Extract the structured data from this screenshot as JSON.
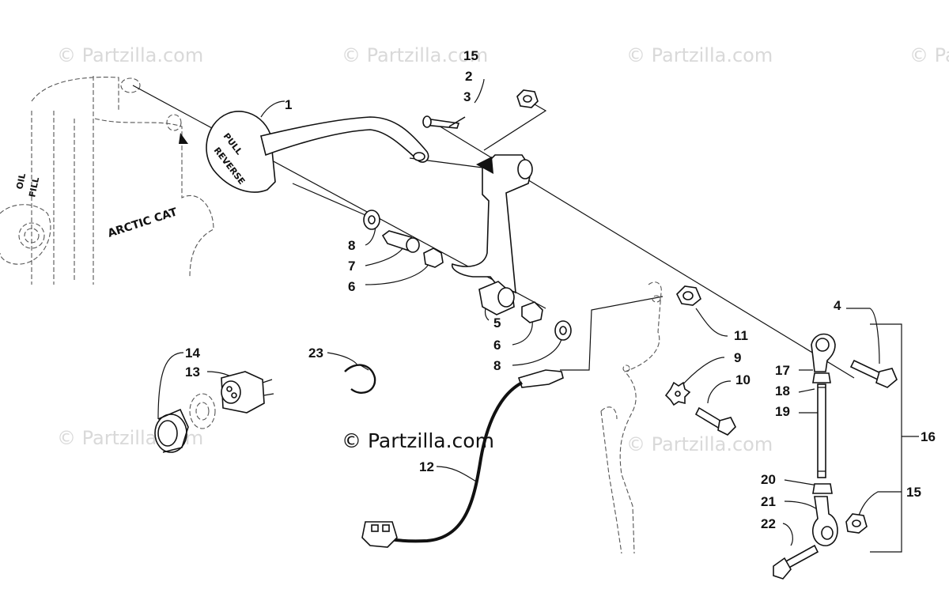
{
  "watermarks": {
    "corner": "© Partzilla.com",
    "main": "© Partzilla.com"
  },
  "decals": {
    "pull": "PULL",
    "reverse": "REVERSE",
    "oil": "OIL",
    "fill": "FILL",
    "brand": "ARCTIC CAT"
  },
  "callouts": [
    {
      "id": "c1",
      "text": "1"
    },
    {
      "id": "c2",
      "text": "2"
    },
    {
      "id": "c3",
      "text": "3"
    },
    {
      "id": "c15a",
      "text": "15"
    },
    {
      "id": "c8a",
      "text": "8"
    },
    {
      "id": "c7",
      "text": "7"
    },
    {
      "id": "c6a",
      "text": "6"
    },
    {
      "id": "c5",
      "text": "5"
    },
    {
      "id": "c6b",
      "text": "6"
    },
    {
      "id": "c8b",
      "text": "8"
    },
    {
      "id": "c11",
      "text": "11"
    },
    {
      "id": "c9",
      "text": "9"
    },
    {
      "id": "c10",
      "text": "10"
    },
    {
      "id": "c4",
      "text": "4"
    },
    {
      "id": "c17",
      "text": "17"
    },
    {
      "id": "c18",
      "text": "18"
    },
    {
      "id": "c19",
      "text": "19"
    },
    {
      "id": "c16",
      "text": "16"
    },
    {
      "id": "c20",
      "text": "20"
    },
    {
      "id": "c21",
      "text": "21"
    },
    {
      "id": "c15b",
      "text": "15"
    },
    {
      "id": "c22",
      "text": "22"
    },
    {
      "id": "c14",
      "text": "14"
    },
    {
      "id": "c13",
      "text": "13"
    },
    {
      "id": "c23",
      "text": "23"
    },
    {
      "id": "c12",
      "text": "12"
    }
  ]
}
